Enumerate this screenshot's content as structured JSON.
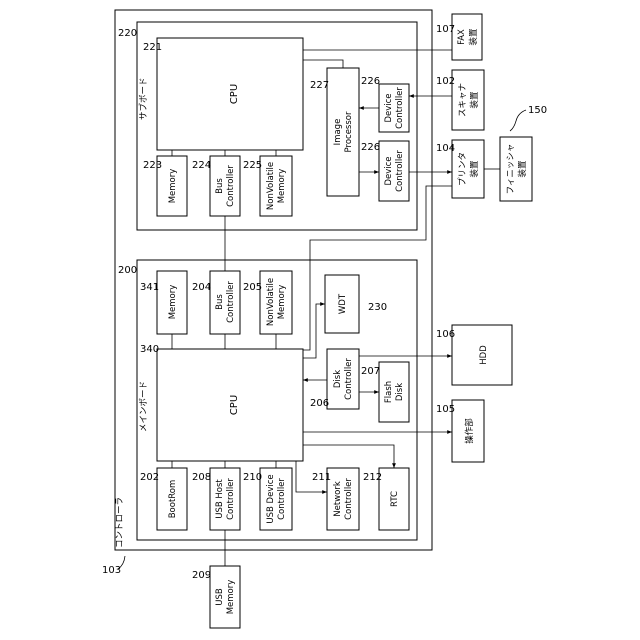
{
  "diagram": {
    "controller": {
      "ref": "103",
      "label": "コントローラ"
    },
    "subboard": {
      "ref": "220",
      "label": "サブボード",
      "cpu": {
        "ref": "221",
        "label": "CPU"
      },
      "memory": {
        "ref": "223",
        "label": "Memory"
      },
      "bus_controller": {
        "ref": "224",
        "label": [
          "Bus",
          "Controller"
        ]
      },
      "nonvolatile_memory": {
        "ref": "225",
        "label": [
          "NonVolatile",
          "Memory"
        ]
      },
      "image_processor": {
        "ref": "227",
        "label": [
          "Image",
          "Processor"
        ]
      },
      "device_controller_scanner": {
        "ref": "226",
        "label": [
          "Device",
          "Controller"
        ]
      },
      "device_controller_printer": {
        "ref": "226",
        "label": [
          "Device",
          "Controller"
        ]
      }
    },
    "mainboard": {
      "ref": "200",
      "label": "メインボード",
      "cpu": {
        "ref": "340",
        "label": "CPU"
      },
      "memory": {
        "ref": "341",
        "label": "Memory"
      },
      "bus_controller": {
        "ref": "204",
        "label": [
          "Bus",
          "Controller"
        ]
      },
      "nonvolatile_memory": {
        "ref": "205",
        "label": [
          "NonVolatile",
          "Memory"
        ]
      },
      "wdt": {
        "ref": "230",
        "label": "WDT"
      },
      "disk_controller": {
        "ref": "206",
        "label": [
          "Disk",
          "Controller"
        ]
      },
      "flash_disk": {
        "ref": "207",
        "label": [
          "Flash",
          "Disk"
        ]
      },
      "bootrom": {
        "ref": "202",
        "label": "BootRom"
      },
      "usb_host_controller": {
        "ref": "208",
        "label": [
          "USB Host",
          "Controller"
        ]
      },
      "usb_device_controller": {
        "ref": "210",
        "label": [
          "USB Device",
          "Controller"
        ]
      },
      "network_controller": {
        "ref": "211",
        "label": [
          "Network",
          "Controller"
        ]
      },
      "rtc": {
        "ref": "212",
        "label": "RTC"
      }
    },
    "external": {
      "fax": {
        "ref": "107",
        "label": [
          "FAX",
          "装置"
        ]
      },
      "scanner": {
        "ref": "102",
        "label": [
          "スキャナ",
          "装置"
        ]
      },
      "printer": {
        "ref": "104",
        "label": [
          "プリンタ",
          "装置"
        ]
      },
      "finisher": {
        "ref": "150",
        "label": [
          "フィニッシャ",
          "装置"
        ]
      },
      "hdd": {
        "ref": "106",
        "label": "HDD"
      },
      "operation": {
        "ref": "105",
        "label": "操作部"
      },
      "usb_memory": {
        "ref": "209",
        "label": [
          "USB",
          "Memory"
        ]
      }
    }
  }
}
